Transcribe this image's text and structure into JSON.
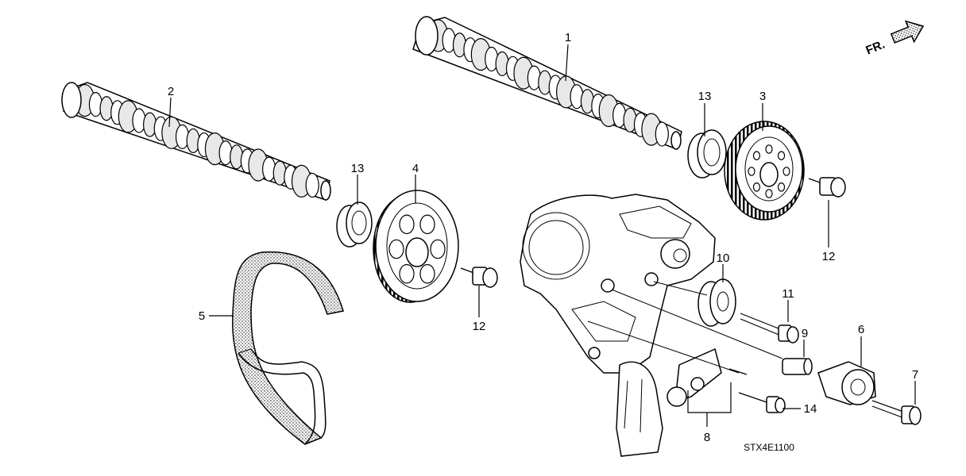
{
  "diagram": {
    "drawing_code": "STX4E1100",
    "direction_label": "FR.",
    "callouts": [
      {
        "id": "c1",
        "text": "1"
      },
      {
        "id": "c2",
        "text": "2"
      },
      {
        "id": "c3",
        "text": "3"
      },
      {
        "id": "c4",
        "text": "4"
      },
      {
        "id": "c5",
        "text": "5"
      },
      {
        "id": "c6",
        "text": "6"
      },
      {
        "id": "c7",
        "text": "7"
      },
      {
        "id": "c8",
        "text": "8"
      },
      {
        "id": "c9",
        "text": "9"
      },
      {
        "id": "c10",
        "text": "10"
      },
      {
        "id": "c11",
        "text": "11"
      },
      {
        "id": "c12a",
        "text": "12"
      },
      {
        "id": "c12b",
        "text": "12"
      },
      {
        "id": "c13a",
        "text": "13"
      },
      {
        "id": "c13b",
        "text": "13"
      },
      {
        "id": "c14",
        "text": "14"
      }
    ]
  }
}
